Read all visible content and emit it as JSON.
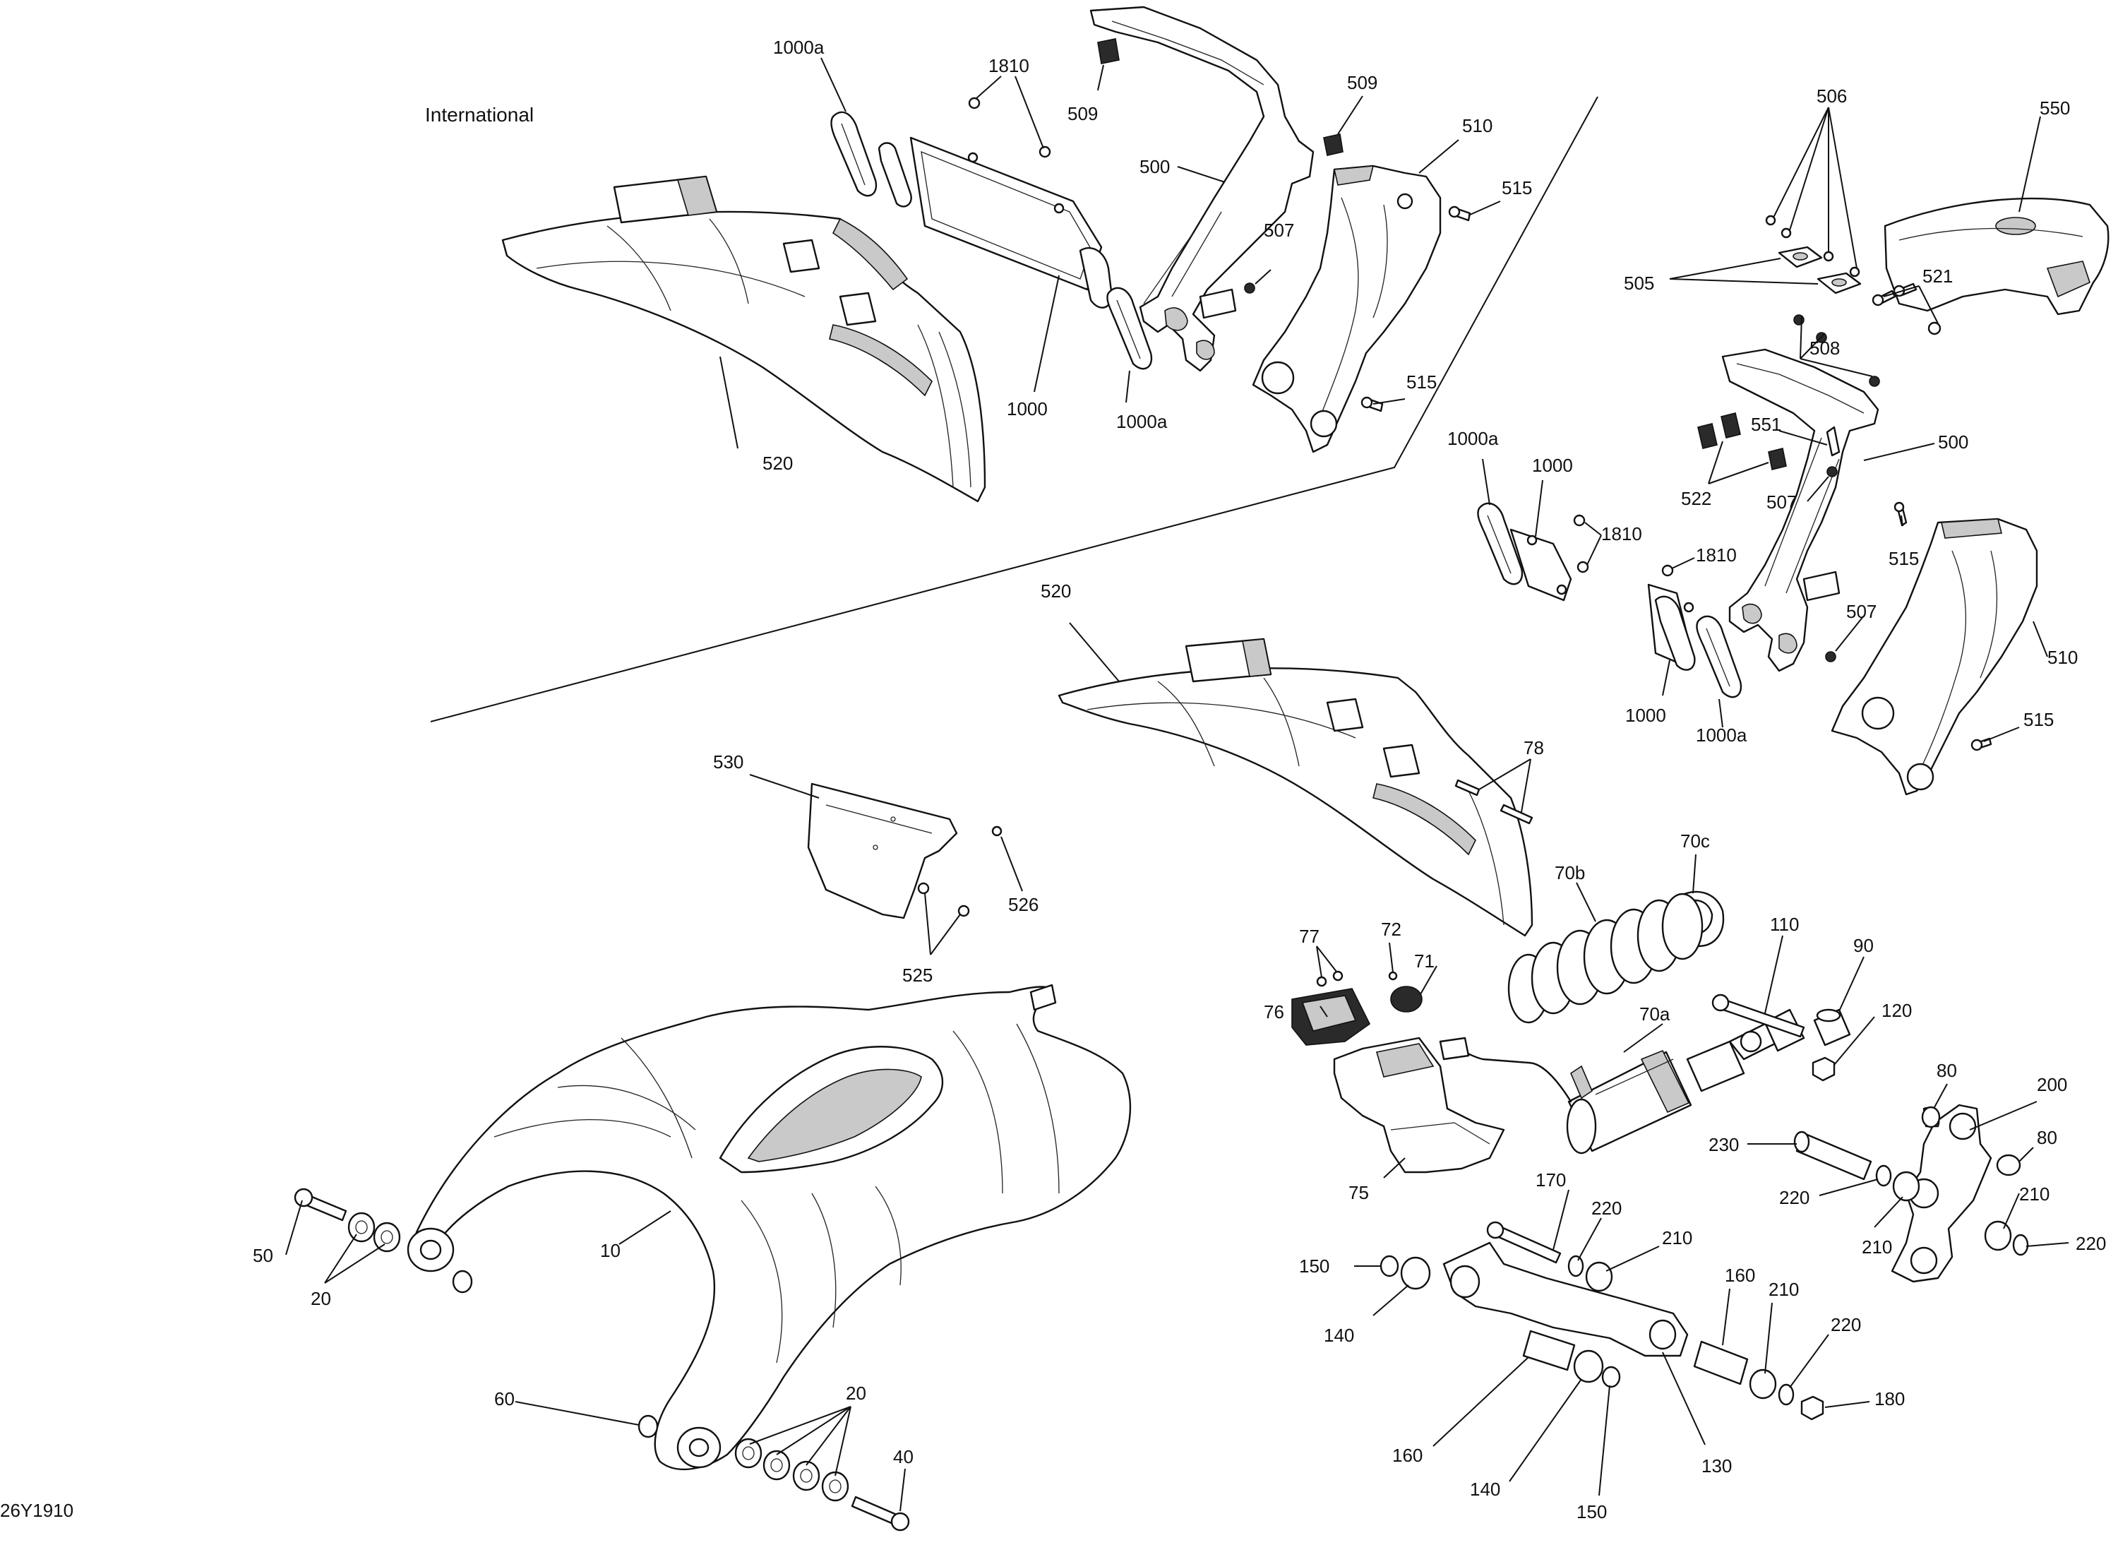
{
  "variant_label": "International",
  "drawing_id": "26Y1910",
  "callouts": [
    {
      "id": "c-1000a-top",
      "text": "1000a"
    },
    {
      "id": "c-1810-top",
      "text": "1810"
    },
    {
      "id": "c-509-a",
      "text": "509"
    },
    {
      "id": "c-509-b",
      "text": "509"
    },
    {
      "id": "c-510-top",
      "text": "510"
    },
    {
      "id": "c-500-top",
      "text": "500"
    },
    {
      "id": "c-515-a",
      "text": "515"
    },
    {
      "id": "c-507-top",
      "text": "507"
    },
    {
      "id": "c-515-b",
      "text": "515"
    },
    {
      "id": "c-1000-top",
      "text": "1000"
    },
    {
      "id": "c-1000a-top2",
      "text": "1000a"
    },
    {
      "id": "c-520-top",
      "text": "520"
    },
    {
      "id": "c-506",
      "text": "506"
    },
    {
      "id": "c-550",
      "text": "550"
    },
    {
      "id": "c-505",
      "text": "505"
    },
    {
      "id": "c-521",
      "text": "521"
    },
    {
      "id": "c-508",
      "text": "508"
    },
    {
      "id": "c-551",
      "text": "551"
    },
    {
      "id": "c-500-r",
      "text": "500"
    },
    {
      "id": "c-522",
      "text": "522"
    },
    {
      "id": "c-507-r",
      "text": "507"
    },
    {
      "id": "c-1000a-r",
      "text": "1000a"
    },
    {
      "id": "c-1000-r",
      "text": "1000"
    },
    {
      "id": "c-1810-r1",
      "text": "1810"
    },
    {
      "id": "c-1810-r2",
      "text": "1810"
    },
    {
      "id": "c-515-r1",
      "text": "515"
    },
    {
      "id": "c-507-r2",
      "text": "507"
    },
    {
      "id": "c-510-r",
      "text": "510"
    },
    {
      "id": "c-1000-r2",
      "text": "1000"
    },
    {
      "id": "c-1000a-r2",
      "text": "1000a"
    },
    {
      "id": "c-515-r2",
      "text": "515"
    },
    {
      "id": "c-520-mid",
      "text": "520"
    },
    {
      "id": "c-530",
      "text": "530"
    },
    {
      "id": "c-526",
      "text": "526"
    },
    {
      "id": "c-525",
      "text": "525"
    },
    {
      "id": "c-78",
      "text": "78"
    },
    {
      "id": "c-70c",
      "text": "70c"
    },
    {
      "id": "c-70b",
      "text": "70b"
    },
    {
      "id": "c-77",
      "text": "77"
    },
    {
      "id": "c-72",
      "text": "72"
    },
    {
      "id": "c-71",
      "text": "71"
    },
    {
      "id": "c-110",
      "text": "110"
    },
    {
      "id": "c-90",
      "text": "90"
    },
    {
      "id": "c-76",
      "text": "76"
    },
    {
      "id": "c-70a",
      "text": "70a"
    },
    {
      "id": "c-120",
      "text": "120"
    },
    {
      "id": "c-80-a",
      "text": "80"
    },
    {
      "id": "c-200",
      "text": "200"
    },
    {
      "id": "c-80-b",
      "text": "80"
    },
    {
      "id": "c-230",
      "text": "230"
    },
    {
      "id": "c-220-a",
      "text": "220"
    },
    {
      "id": "c-210-a",
      "text": "210"
    },
    {
      "id": "c-210-b",
      "text": "210"
    },
    {
      "id": "c-220-b",
      "text": "220"
    },
    {
      "id": "c-75",
      "text": "75"
    },
    {
      "id": "c-170",
      "text": "170"
    },
    {
      "id": "c-220-c",
      "text": "220"
    },
    {
      "id": "c-210-c",
      "text": "210"
    },
    {
      "id": "c-10",
      "text": "10"
    },
    {
      "id": "c-50",
      "text": "50"
    },
    {
      "id": "c-20-a",
      "text": "20"
    },
    {
      "id": "c-150-a",
      "text": "150"
    },
    {
      "id": "c-140-a",
      "text": "140"
    },
    {
      "id": "c-160-a",
      "text": "160"
    },
    {
      "id": "c-210-d",
      "text": "210"
    },
    {
      "id": "c-220-d",
      "text": "220"
    },
    {
      "id": "c-180",
      "text": "180"
    },
    {
      "id": "c-60",
      "text": "60"
    },
    {
      "id": "c-160-b",
      "text": "160"
    },
    {
      "id": "c-140-b",
      "text": "140"
    },
    {
      "id": "c-150-b",
      "text": "150"
    },
    {
      "id": "c-130",
      "text": "130"
    },
    {
      "id": "c-20-b",
      "text": "20"
    },
    {
      "id": "c-40",
      "text": "40"
    }
  ]
}
